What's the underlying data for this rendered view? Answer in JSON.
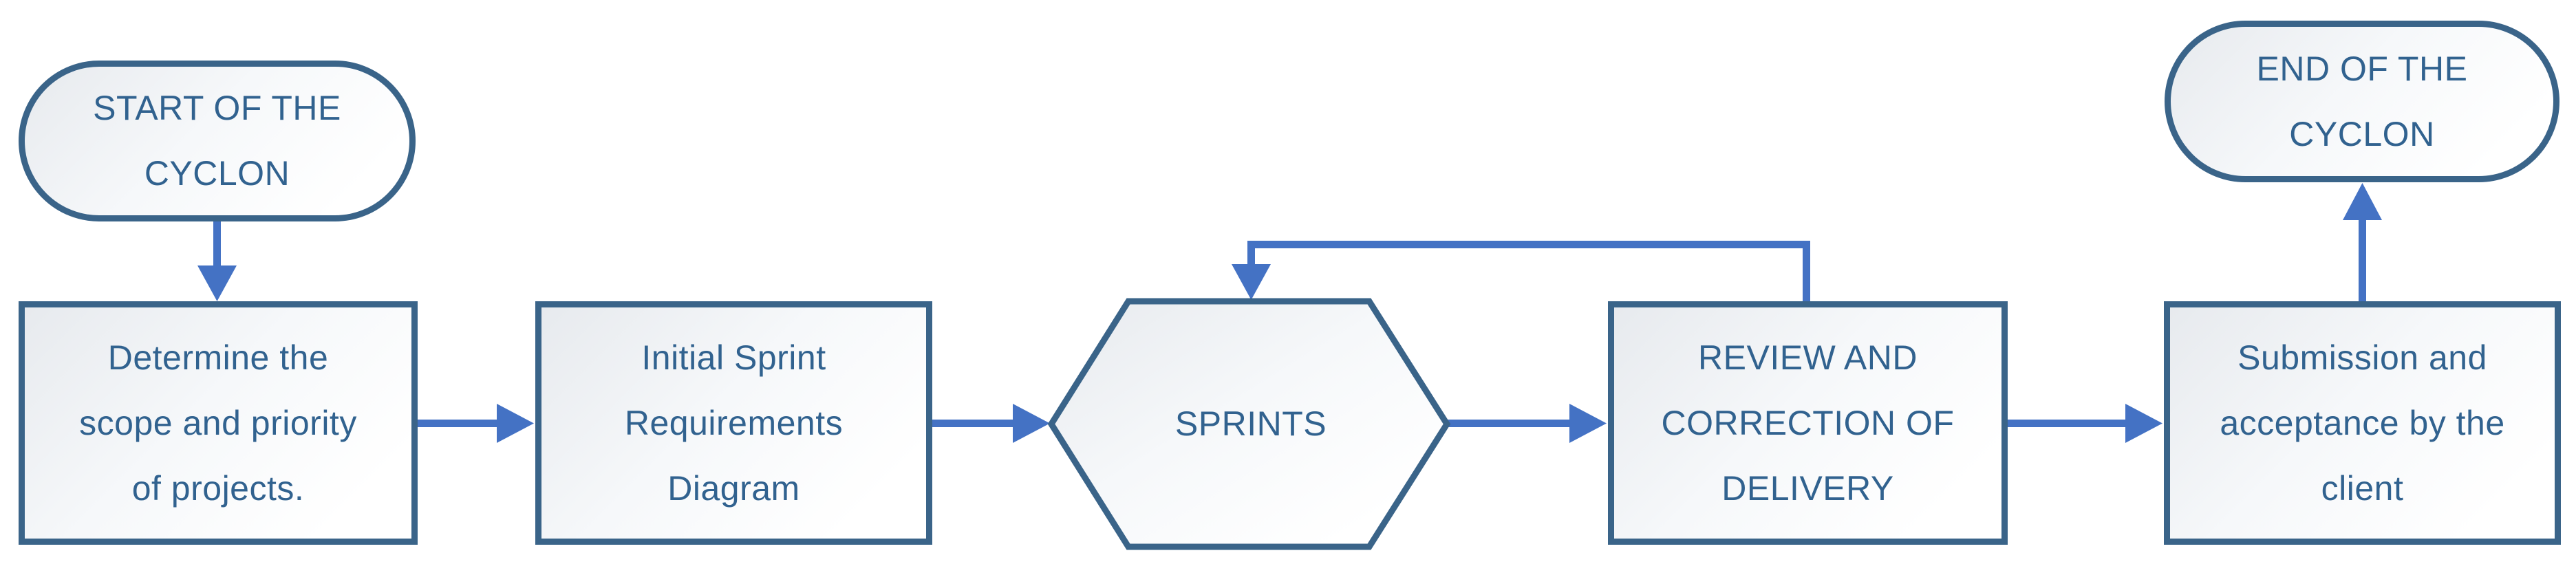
{
  "diagram": {
    "description": "Agile development cycle flowchart",
    "colors": {
      "shape_border": "#3A6489",
      "shape_text": "#31628F",
      "arrow": "#4472C4",
      "fill_gradient_start": "#E7EAEE",
      "fill_gradient_end": "#FFFFFF",
      "background": "#FFFFFF"
    },
    "nodes": [
      {
        "id": "start",
        "type": "terminator",
        "label": "START OF THE\nCYCLON"
      },
      {
        "id": "scope",
        "type": "process",
        "label": "Determine the\nscope and priority\nof projects."
      },
      {
        "id": "sprint_diagram",
        "type": "process",
        "label": "Initial Sprint\nRequirements\nDiagram"
      },
      {
        "id": "sprints",
        "type": "preparation-hexagon",
        "label": "SPRINTS"
      },
      {
        "id": "review",
        "type": "process",
        "label": "REVIEW AND\nCORRECTION OF\nDELIVERY"
      },
      {
        "id": "submission",
        "type": "process",
        "label": "Submission and\nacceptance by the\nclient"
      },
      {
        "id": "end",
        "type": "terminator",
        "label": "END OF THE\nCYCLON"
      }
    ],
    "edges": [
      {
        "from": "start",
        "to": "scope",
        "kind": "straight-down"
      },
      {
        "from": "scope",
        "to": "sprint_diagram",
        "kind": "straight-right"
      },
      {
        "from": "sprint_diagram",
        "to": "sprints",
        "kind": "straight-right"
      },
      {
        "from": "sprints",
        "to": "review",
        "kind": "straight-right"
      },
      {
        "from": "review",
        "to": "submission",
        "kind": "straight-right"
      },
      {
        "from": "submission",
        "to": "end",
        "kind": "straight-up"
      },
      {
        "from": "review",
        "to": "sprints",
        "kind": "loop-back-over-top"
      }
    ]
  }
}
